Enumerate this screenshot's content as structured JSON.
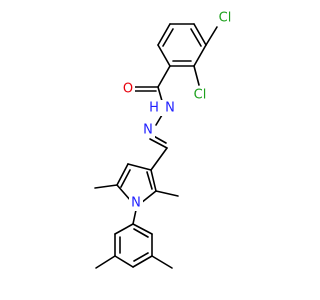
{
  "molecule": {
    "colors": {
      "bond": "#000000",
      "Cl": "#1ca01c",
      "O": "#e8000b",
      "N": "#1f1fff"
    },
    "atoms": [
      {
        "id": "cl_top",
        "label": "Cl",
        "element": "Cl"
      },
      {
        "id": "cl_ortho",
        "label": "Cl",
        "element": "Cl"
      },
      {
        "id": "o_carbonyl",
        "label": "O",
        "element": "O"
      },
      {
        "id": "n_amide",
        "label": "N",
        "element": "N"
      },
      {
        "id": "h_amide",
        "label": "H",
        "element": "N"
      },
      {
        "id": "n_imine",
        "label": "N",
        "element": "N"
      },
      {
        "id": "n_pyrrole",
        "label": "N",
        "element": "N"
      }
    ]
  }
}
